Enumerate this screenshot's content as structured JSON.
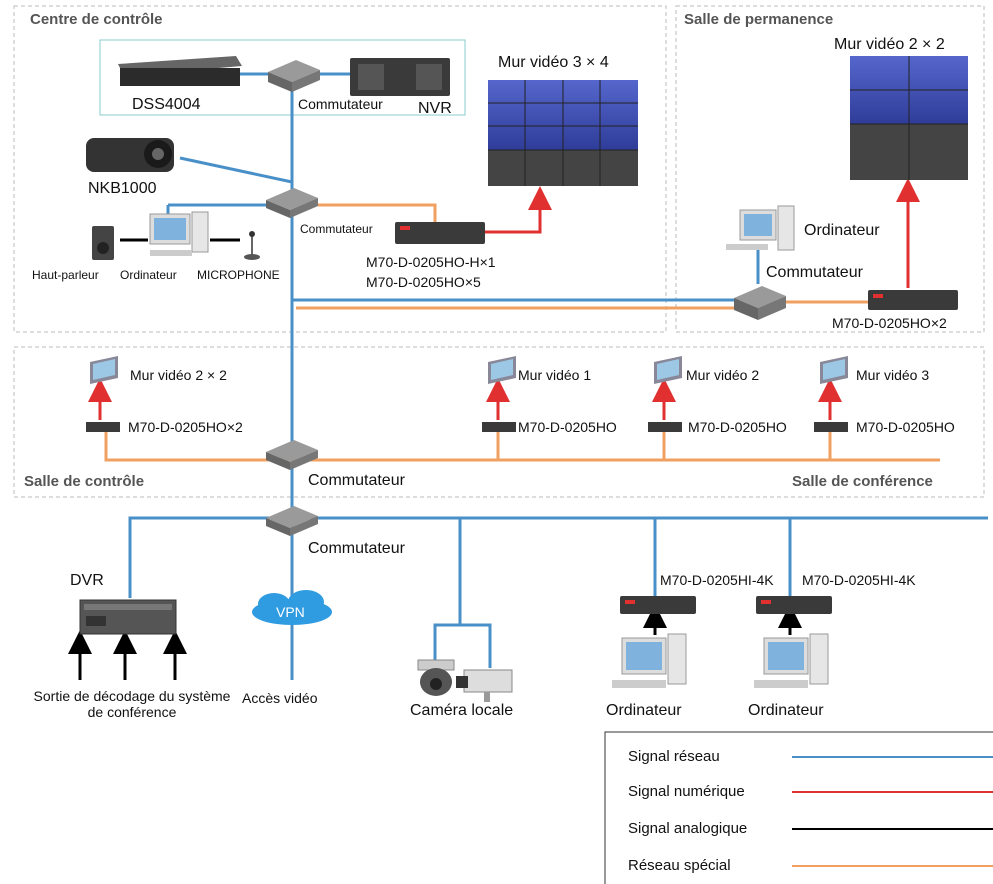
{
  "zones": {
    "control_center": "Centre de contrôle",
    "duty_room": "Salle de permanence",
    "control_room": "Salle de contrôle",
    "conference_room": "Salle de conférence"
  },
  "devices": {
    "dss": "DSS4004",
    "nvr": "NVR",
    "switch_top": "Commutateur",
    "nkb": "NKB1000",
    "switch_mid": "Commutateur",
    "speaker": "Haut-parleur",
    "computer_cc": "Ordinateur",
    "microphone": "MICROPHONE",
    "decoder_cc_1": "M70-D-0205HO-H×1",
    "decoder_cc_2": "M70-D-0205HO×5",
    "videowall_cc": "Mur vidéo 3 × 4",
    "videowall_duty": "Mur vidéo 2 × 2",
    "computer_duty": "Ordinateur",
    "switch_duty": "Commutateur",
    "decoder_duty": "M70-D-0205HO×2",
    "wall_control": "Mur vidéo 2 × 2",
    "decoder_control": "M70-D-0205HO×2",
    "wall_conf_1": "Mur vidéo 1",
    "wall_conf_2": "Mur vidéo 2",
    "wall_conf_3": "Mur vidéo 3",
    "decoder_conf_1": "M70-D-0205HO",
    "decoder_conf_2": "M70-D-0205HO",
    "decoder_conf_3": "M70-D-0205HO",
    "switch_rooms": "Commutateur",
    "switch_bottom": "Commutateur",
    "dvr": "DVR",
    "dvr_source": "Sortie de décodage du système de conférence",
    "vpn": "VPN",
    "video_access": "Accès vidéo",
    "local_camera": "Caméra locale",
    "encoder_1": "M70-D-0205HI-4K",
    "encoder_2": "M70-D-0205HI-4K",
    "computer_bottom_1": "Ordinateur",
    "computer_bottom_2": "Ordinateur"
  },
  "legend": [
    {
      "label": "Signal réseau",
      "color": "#4a90c8"
    },
    {
      "label": "Signal numérique",
      "color": "#e03030"
    },
    {
      "label": "Signal analogique",
      "color": "#000000"
    },
    {
      "label": "Réseau spécial",
      "color": "#f0a060"
    }
  ],
  "colors": {
    "network": "#4a90c8",
    "digital": "#e03030",
    "analog": "#000000",
    "special": "#f0a060",
    "wall_screen": "#3b4fb0",
    "device": "#3a3a3a"
  }
}
